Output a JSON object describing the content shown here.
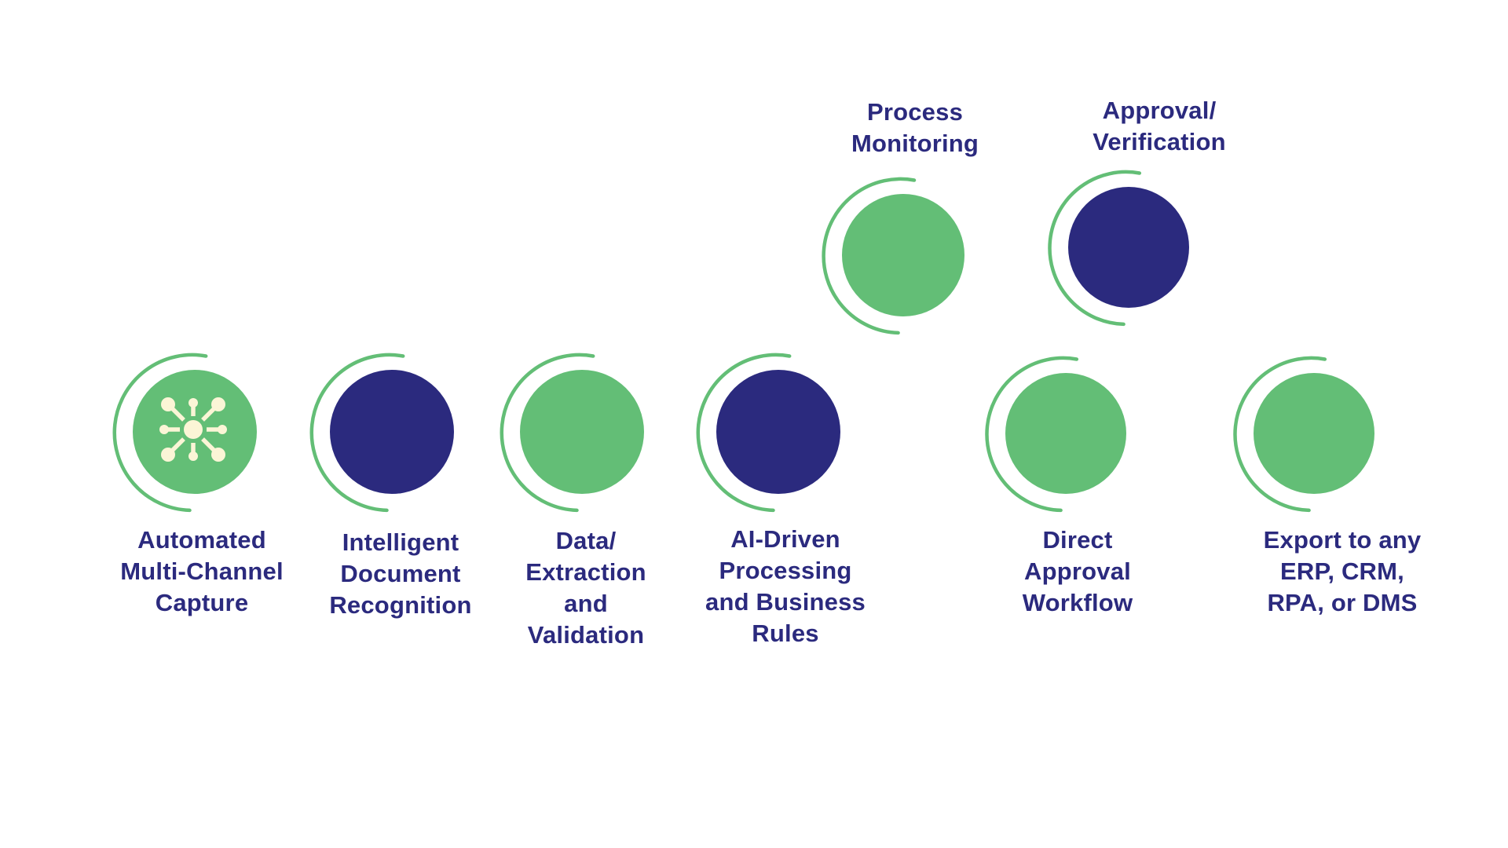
{
  "colors": {
    "green": "#63BE76",
    "navy": "#2B2A7E",
    "arc": "#63BE76",
    "icon": "#FBF5D6",
    "text": "#2B2A7E"
  },
  "steps": [
    {
      "id": "automated-multi-channel-capture",
      "fill": "green",
      "icon": "network-hub-icon",
      "label_position": "below",
      "lines": [
        "Automated",
        "Multi-Channel",
        "Capture"
      ]
    },
    {
      "id": "intelligent-document-recognition",
      "fill": "navy",
      "icon": null,
      "label_position": "below",
      "lines": [
        "Intelligent",
        "Document",
        "Recognition"
      ]
    },
    {
      "id": "data-extraction-validation",
      "fill": "green",
      "icon": null,
      "label_position": "below",
      "lines": [
        "Data/",
        "Extraction",
        "and",
        "Validation"
      ]
    },
    {
      "id": "ai-driven-processing",
      "fill": "navy",
      "icon": null,
      "label_position": "below",
      "lines": [
        "AI-Driven",
        "Processing",
        "and Business",
        "Rules"
      ]
    },
    {
      "id": "process-monitoring",
      "fill": "green",
      "icon": null,
      "label_position": "above",
      "lines": [
        "Process",
        "Monitoring"
      ]
    },
    {
      "id": "approval-verification",
      "fill": "navy",
      "icon": null,
      "label_position": "above",
      "lines": [
        "Approval/",
        "Verification"
      ]
    },
    {
      "id": "direct-approval-workflow",
      "fill": "green",
      "icon": null,
      "label_position": "below",
      "lines": [
        "Direct",
        "Approval",
        "Workflow"
      ]
    },
    {
      "id": "export-erp-crm-rpa-dms",
      "fill": "green",
      "icon": null,
      "label_position": "below",
      "lines": [
        "Export to any",
        "ERP, CRM,",
        "RPA, or DMS"
      ]
    }
  ]
}
